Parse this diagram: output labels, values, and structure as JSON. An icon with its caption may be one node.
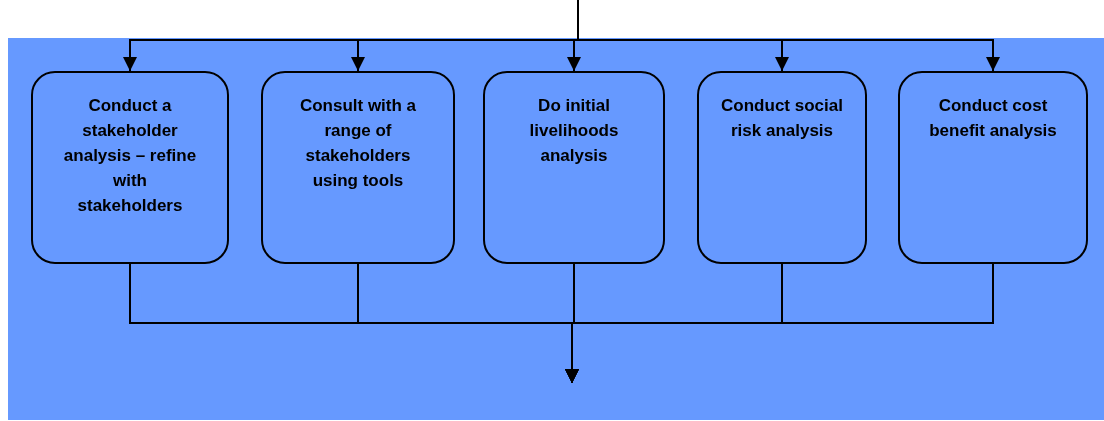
{
  "diagram": {
    "nodes": [
      {
        "text": [],
        "shape": "box"
      },
      {
        "text": [
          "Conduct a stakeholder analysis – refine with stakeholders"
        ],
        "in": 0
      },
      {
        "text": [
          "Consult with a range of stakeholders using tools"
        ],
        "in": 0
      },
      {
        "text": [
          "Do initial livelihoods analysis"
        ],
        "in": 0
      },
      {
        "text": [
          "Conduct social risk analysis"
        ],
        "in": 0
      },
      {
        "text": [
          "Conduct cost benefit analysis"
        ],
        "in": 0
      }
    ],
    "edges": [
      {
        "from": null,
        "to": 1,
        "arrow": "to"
      },
      {
        "from": null,
        "to": 2,
        "arrow": "to"
      },
      {
        "from": null,
        "to": 3,
        "arrow": "to"
      },
      {
        "from": null,
        "to": 4,
        "arrow": "to"
      },
      {
        "from": null,
        "to": 5,
        "arrow": "to"
      },
      {
        "from": 1,
        "to": null,
        "arrow": "to"
      },
      {
        "from": 2,
        "to": null,
        "arrow": "to"
      },
      {
        "from": 3,
        "to": null,
        "arrow": "to"
      },
      {
        "from": 4,
        "to": null,
        "arrow": "to"
      },
      {
        "from": 5,
        "to": null,
        "arrow": "to"
      }
    ]
  }
}
